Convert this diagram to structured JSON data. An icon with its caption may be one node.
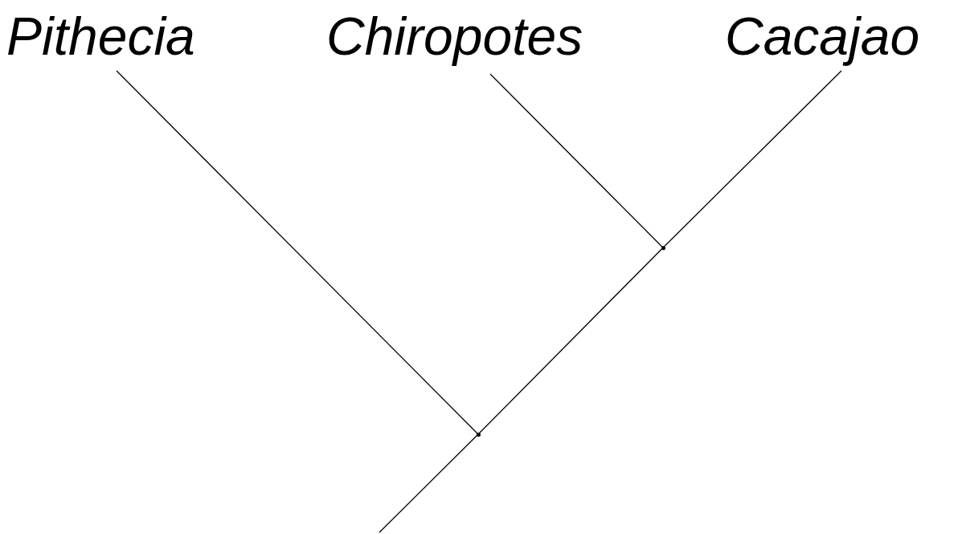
{
  "diagram": {
    "nodes": [
      {
        "text": [
          "Pithecia"
        ]
      },
      {
        "text": [
          "Chiropotes"
        ]
      },
      {
        "text": [
          "Cacajao"
        ]
      },
      {
        "text": [],
        "shape": "point"
      },
      {
        "text": [],
        "shape": "point"
      }
    ],
    "edges": [
      {
        "from": 3,
        "to": 0,
        "arrow": "none"
      },
      {
        "from": 4,
        "to": 1,
        "arrow": "none"
      },
      {
        "from": 4,
        "to": 2,
        "arrow": "none"
      },
      {
        "from": 3,
        "to": 4,
        "arrow": "none"
      },
      {
        "from": null,
        "to": 3,
        "arrow": "none"
      }
    ]
  }
}
